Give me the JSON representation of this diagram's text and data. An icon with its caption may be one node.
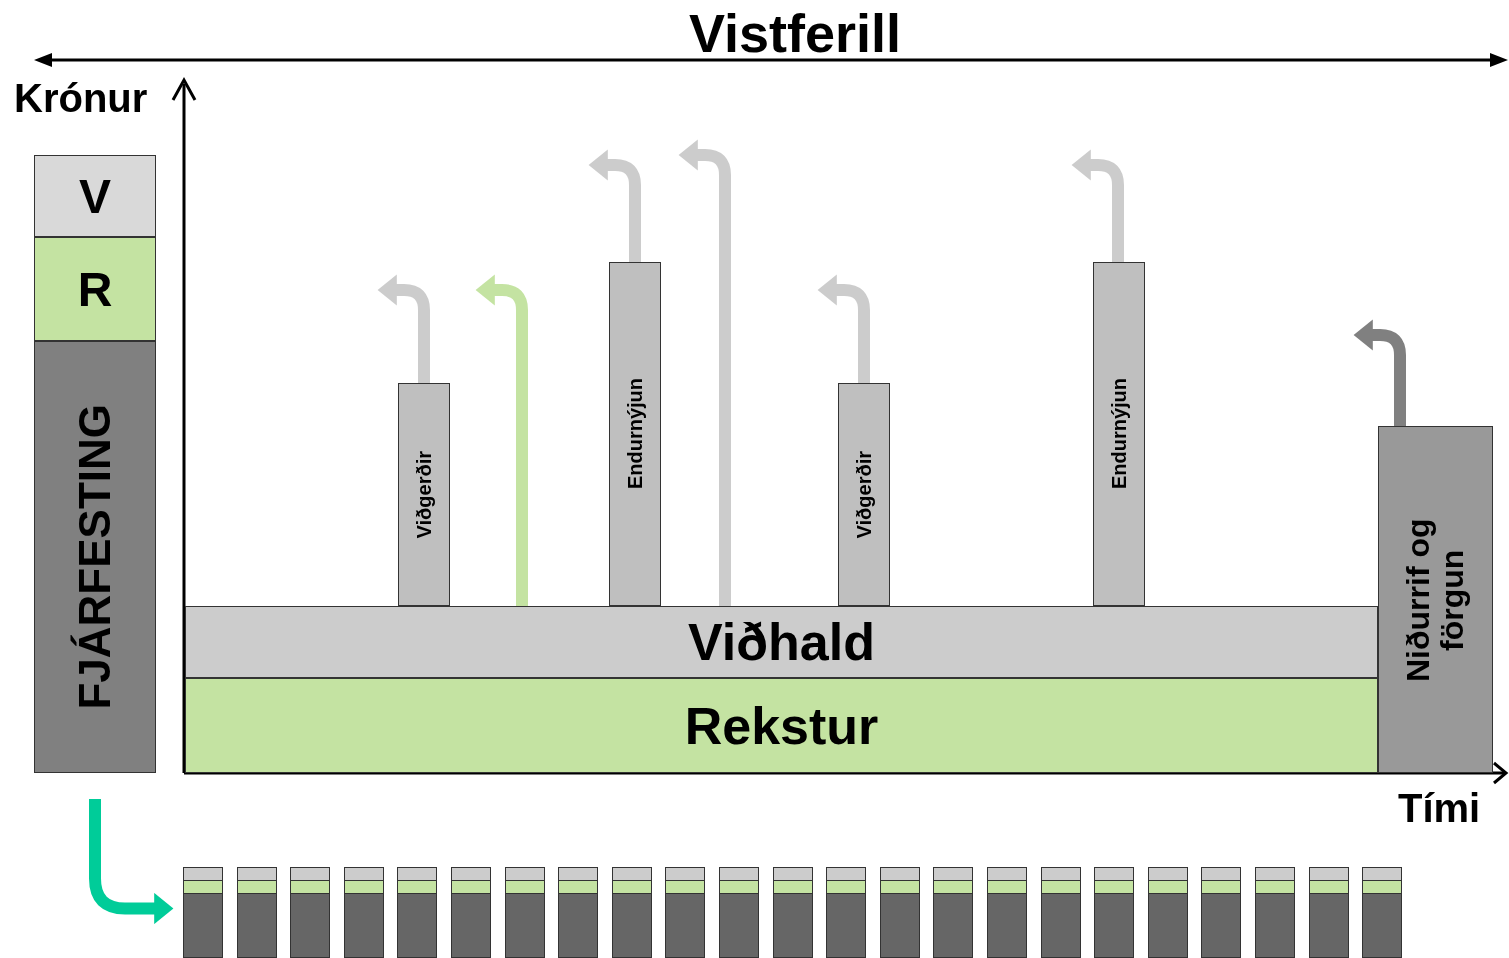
{
  "diagram": {
    "title": "Vistferill",
    "nodes": [
      {
        "text": [
          "V"
        ]
      },
      {
        "text": [
          "R"
        ]
      },
      {
        "text": [
          "FJÁRFESTING"
        ]
      },
      {
        "text": [
          "Viðgerðir"
        ]
      },
      {
        "text": [
          "Endurnýjun"
        ]
      },
      {
        "text": [
          "Viðgerðir"
        ]
      },
      {
        "text": [
          "Endurnýjun"
        ]
      },
      {
        "text": [
          "Niðurrif og förgun"
        ]
      },
      {
        "text": [
          "Viðhald"
        ]
      },
      {
        "text": [
          "Rekstur"
        ]
      },
      {
        "text": [],
        "shape": "bar"
      },
      {
        "text": [],
        "shape": "bar"
      },
      {
        "text": [],
        "shape": "bar"
      },
      {
        "text": [],
        "shape": "bar"
      },
      {
        "text": [],
        "shape": "bar"
      },
      {
        "text": [],
        "shape": "bar"
      },
      {
        "text": [],
        "shape": "bar"
      },
      {
        "text": [],
        "shape": "bar"
      },
      {
        "text": [],
        "shape": "bar"
      },
      {
        "text": [],
        "shape": "bar"
      },
      {
        "text": [],
        "shape": "bar"
      },
      {
        "text": [],
        "shape": "bar"
      },
      {
        "text": [],
        "shape": "bar"
      },
      {
        "text": [],
        "shape": "bar"
      },
      {
        "text": [],
        "shape": "bar"
      },
      {
        "text": [],
        "shape": "bar"
      },
      {
        "text": [],
        "shape": "bar"
      },
      {
        "text": [],
        "shape": "bar"
      },
      {
        "text": [],
        "shape": "bar"
      },
      {
        "text": [],
        "shape": "bar"
      },
      {
        "text": [],
        "shape": "bar"
      },
      {
        "text": [],
        "shape": "bar"
      },
      {
        "text": [],
        "shape": "bar"
      }
    ],
    "edges": [
      {
        "from": 3,
        "to": null,
        "arrow": "to"
      },
      {
        "from": 9,
        "to": null,
        "arrow": "to",
        "color": "#c4e3a2"
      },
      {
        "from": 4,
        "to": null,
        "arrow": "to"
      },
      {
        "from": 8,
        "to": null,
        "arrow": "to"
      },
      {
        "from": 5,
        "to": null,
        "arrow": "to"
      },
      {
        "from": 6,
        "to": null,
        "arrow": "to"
      },
      {
        "from": 7,
        "to": null,
        "arrow": "to",
        "color": "#808080"
      },
      {
        "from": 2,
        "to": 10,
        "arrow": "to",
        "color": "#00cc99"
      }
    ],
    "labels": [
      "Krónur",
      "Tími"
    ]
  }
}
